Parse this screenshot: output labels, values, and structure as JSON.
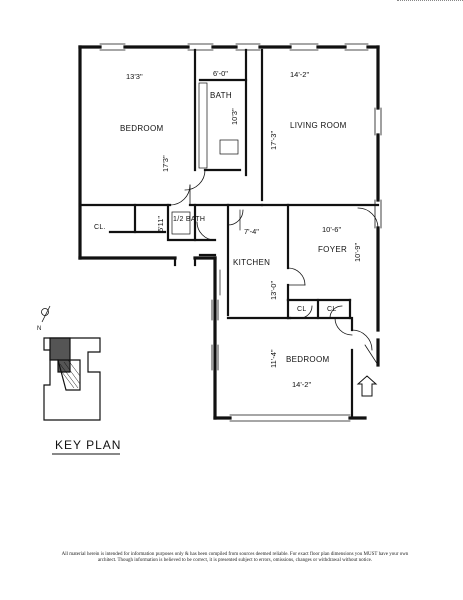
{
  "rooms": {
    "bedroom_main": "BEDROOM",
    "bath_upper": "BATH",
    "living_room": "LIVING ROOM",
    "closet_left": "CL.",
    "half_bath": "1/2 BATH",
    "kitchen": "KITCHEN",
    "foyer": "FOYER",
    "closet_a": "CL",
    "closet_b": "CL",
    "bedroom_second": "BEDROOM"
  },
  "dimensions": {
    "bedroom_main_width": "13'3\"",
    "bedroom_main_length": "17'3\"",
    "bath_width": "6'-0\"",
    "bath_length": "10'3\"",
    "living_width": "14'-2\"",
    "living_length": "17'-3\"",
    "closet_depth": "5'11\"",
    "kitchen_width": "7'-4\"",
    "kitchen_length": "13'-0\"",
    "foyer_width": "10'-6\"",
    "foyer_length": "10'-9\"",
    "bedroom_second_length": "11'-4\"",
    "bedroom_second_width": "14'-2\""
  },
  "key_plan": {
    "label": "KEY PLAN"
  },
  "disclaimer": "All material herein is intended for information purposes only & has been compiled from sources deemed reliable. For exact floor plan dimensions you MUST have your own architect. Though information is believed to be correct, it is presented subject to errors, omissions, changes or withdrawal without notice."
}
